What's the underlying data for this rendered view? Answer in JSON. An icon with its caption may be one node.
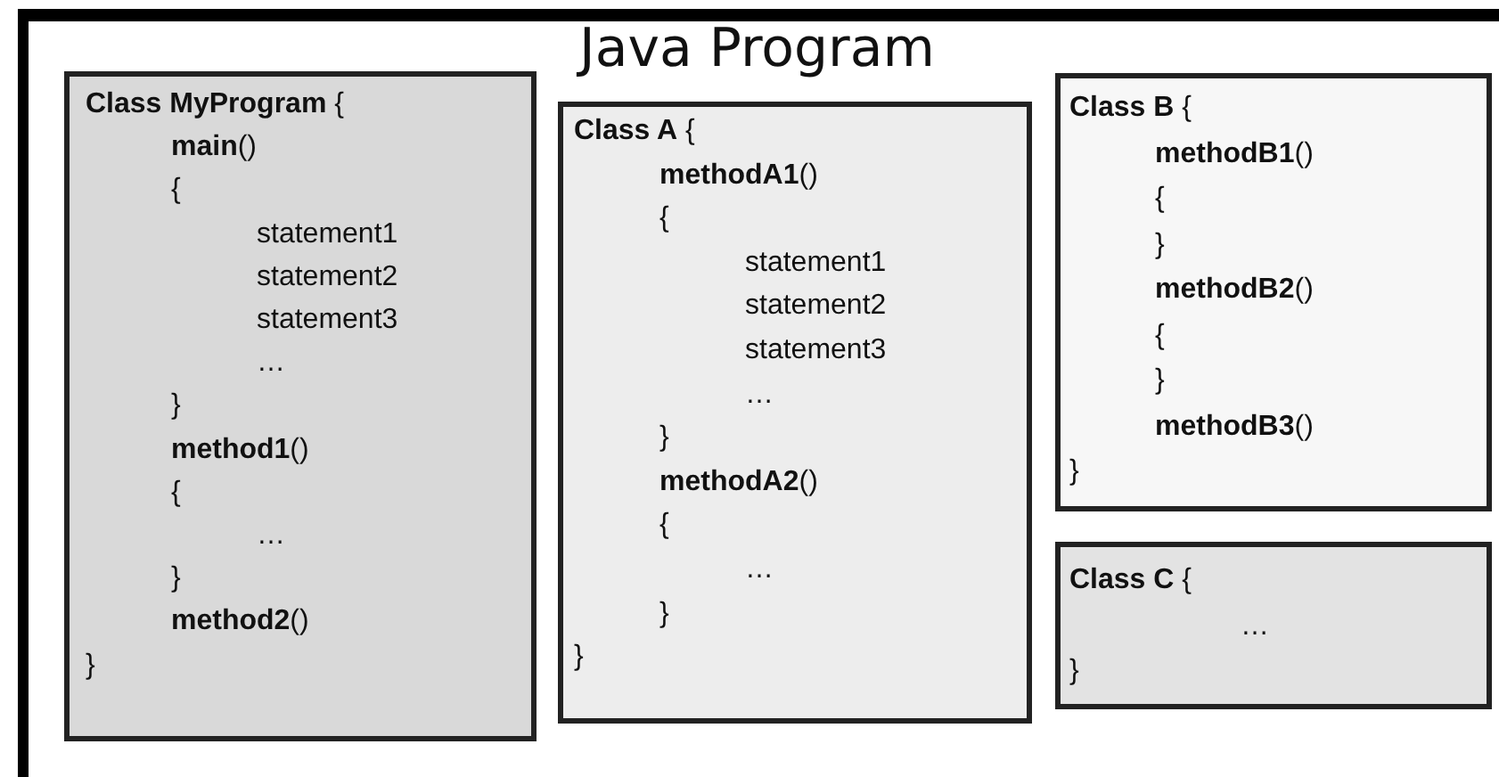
{
  "diagram": {
    "nodes": [
      {
        "text": [
          "Java Program"
        ]
      },
      {
        "text": [
          "**Class MyProgram** {",
          "**main**()",
          "{",
          "statement1",
          "statement2",
          "statement3",
          "…",
          "}",
          "**method1**()",
          "{",
          "…",
          "}",
          "**method2**()",
          "}"
        ],
        "in": 0
      },
      {
        "text": [
          "**Class A** {",
          "**methodA1**()",
          "{",
          "statement1",
          "statement2",
          "statement3",
          "…",
          "}",
          "**methodA2**()",
          "{",
          "…",
          "}",
          "}"
        ],
        "in": 0
      },
      {
        "text": [
          "**Class B** {",
          "**methodB1**()",
          "{",
          "}",
          "**methodB2**()",
          "{",
          "}",
          "**methodB3**()",
          "}"
        ],
        "in": 0
      },
      {
        "text": [
          "**Class C** {",
          "…",
          "}"
        ],
        "in": 0
      }
    ]
  }
}
